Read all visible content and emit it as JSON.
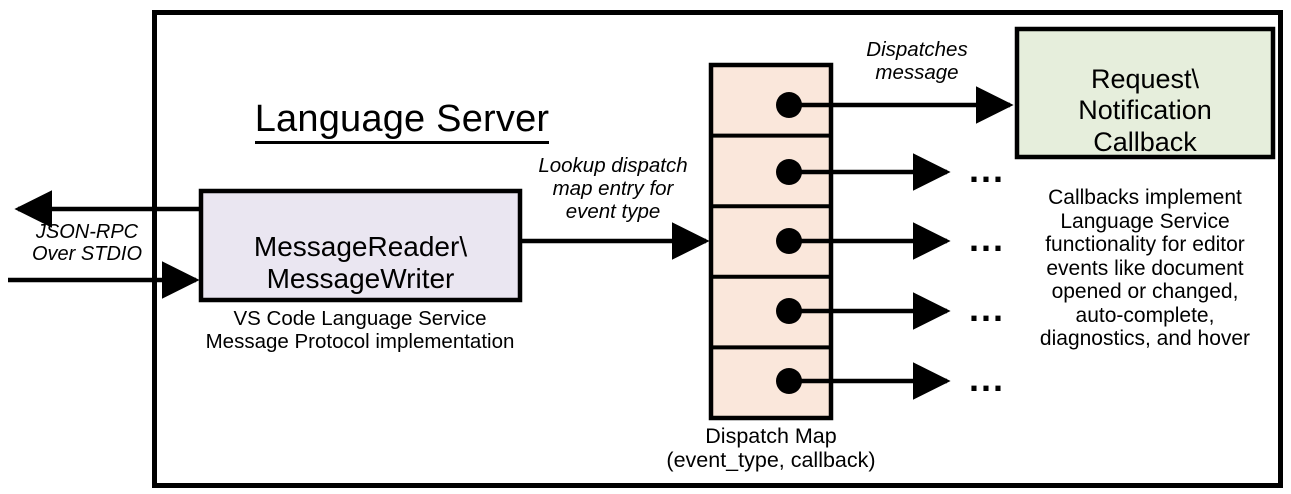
{
  "diagram": {
    "title": "Language Server",
    "outer_border_color": "#000000",
    "background": "#ffffff"
  },
  "io": {
    "label": "JSON-RPC\nOver STDIO",
    "outbound_arrow_name": "arrow-out-json-rpc",
    "inbound_arrow_name": "arrow-in-json-rpc"
  },
  "message_node": {
    "label": "MessageReader\\\nMessageWriter",
    "caption": "VS Code Language Service\nMessage Protocol implementation",
    "fill": "#EAE6F1",
    "stroke": "#000000"
  },
  "lookup": {
    "label": "Lookup dispatch\nmap entry for\nevent type"
  },
  "dispatch_map": {
    "caption": "Dispatch Map\n(event_type, callback)",
    "fill": "#FAE7DB",
    "stroke": "#000000",
    "row_count": 5,
    "rows": [
      {
        "index": 1,
        "dot": true,
        "arrow": true,
        "target": "callback-box"
      },
      {
        "index": 2,
        "dot": true,
        "arrow": true,
        "target": "ellipsis"
      },
      {
        "index": 3,
        "dot": true,
        "arrow": true,
        "target": "ellipsis"
      },
      {
        "index": 4,
        "dot": true,
        "arrow": true,
        "target": "ellipsis"
      },
      {
        "index": 5,
        "dot": true,
        "arrow": true,
        "target": "ellipsis"
      }
    ],
    "ellipsis": "..."
  },
  "dispatch_edge": {
    "label": "Dispatches\nmessage"
  },
  "callback": {
    "label": "Request\\\nNotification\nCallback",
    "caption": "Callbacks implement\nLanguage Service\nfunctionality for editor\nevents like document\nopened or changed,\nauto-complete,\ndiagnostics, and hover",
    "fill": "#E6EEDC",
    "stroke": "#000000"
  }
}
